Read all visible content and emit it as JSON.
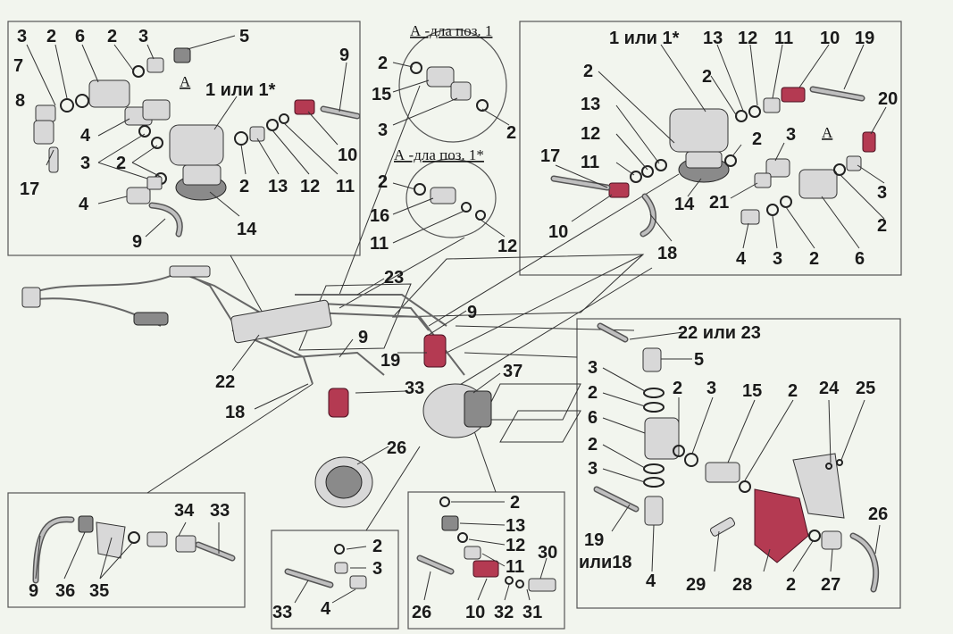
{
  "captions": {
    "detail_pos1": "А -дла поз. 1",
    "detail_pos1star": "А -дла поз. 1*",
    "view_a_left": "А",
    "view_a_right": "А"
  },
  "labels": {
    "tl": [
      "3",
      "2",
      "6",
      "2",
      "3",
      "5",
      "7",
      "8",
      "1 или 1*",
      "4",
      "3",
      "2",
      "17",
      "4",
      "9",
      "2",
      "13",
      "12",
      "11",
      "10",
      "9",
      "14"
    ],
    "detail": [
      "2",
      "15",
      "3",
      "2",
      "2",
      "16",
      "11",
      "12"
    ],
    "tr": [
      "1 или  1*",
      "13",
      "12",
      "11",
      "10",
      "19",
      "2",
      "2",
      "20",
      "13",
      "12",
      "11",
      "17",
      "2",
      "3",
      "10",
      "14",
      "21",
      "3",
      "2",
      "18",
      "4",
      "3",
      "2",
      "6"
    ],
    "center": [
      "23",
      "9",
      "9",
      "19",
      "22",
      "18",
      "33",
      "37",
      "26"
    ],
    "mr": [
      "22  или 23",
      "5",
      "3",
      "2",
      "2",
      "3",
      "15",
      "2",
      "24",
      "25",
      "6",
      "2",
      "3",
      "19",
      "или18",
      "4",
      "29",
      "28",
      "2",
      "27",
      "26"
    ],
    "bl": [
      "34",
      "33",
      "9",
      "36",
      "35"
    ],
    "bm": [
      "2",
      "3",
      "33",
      "4"
    ],
    "bc": [
      "2",
      "13",
      "12",
      "11",
      "30",
      "26",
      "10",
      "32",
      "31"
    ]
  }
}
